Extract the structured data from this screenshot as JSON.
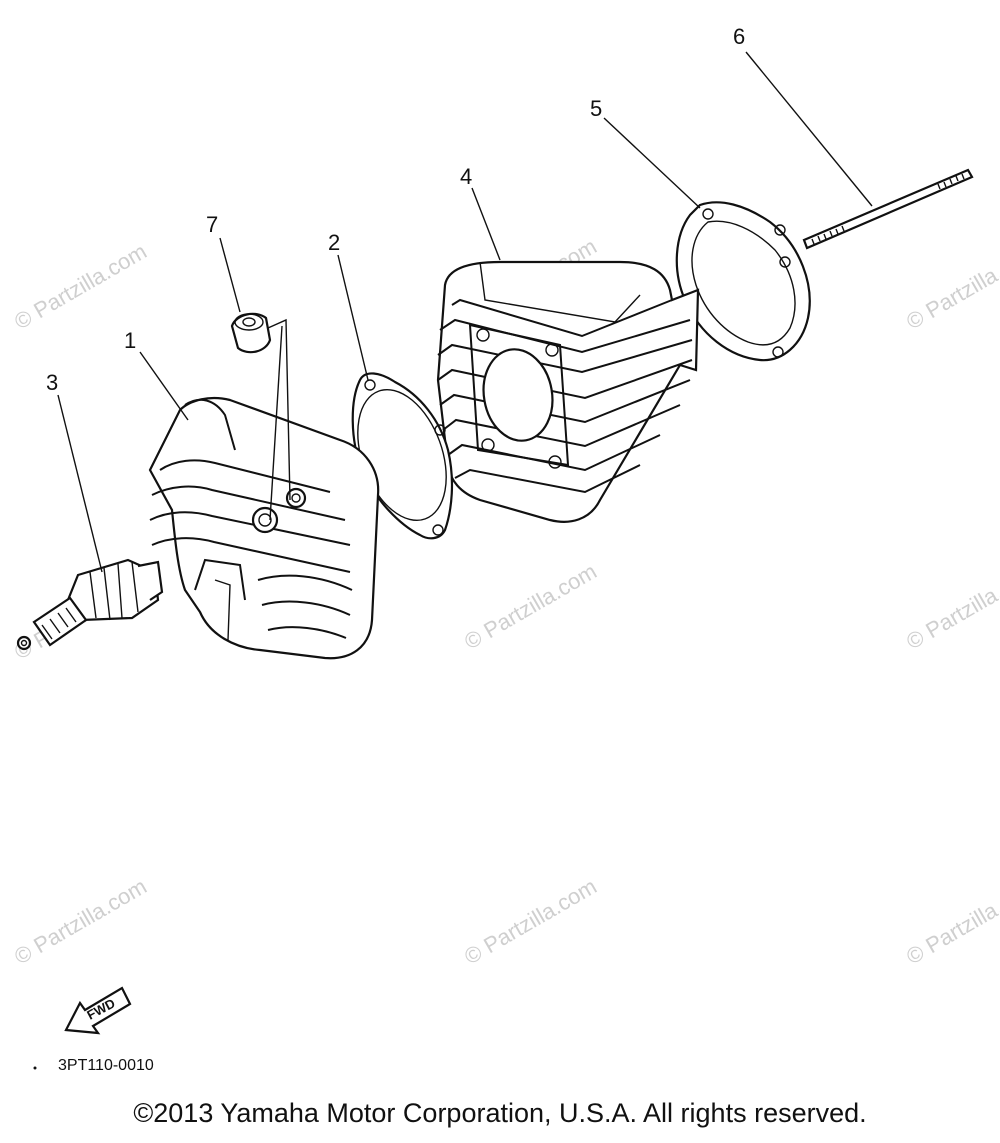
{
  "watermark": {
    "text": "© Partzilla.com",
    "color": "#cfcfcf"
  },
  "callouts": [
    "1",
    "2",
    "3",
    "4",
    "5",
    "6",
    "7"
  ],
  "diagram_code": "3PT110-0010",
  "fwd_label": "FWD",
  "copyright": "©2013 Yamaha Motor Corporation, U.S.A. All rights reserved."
}
